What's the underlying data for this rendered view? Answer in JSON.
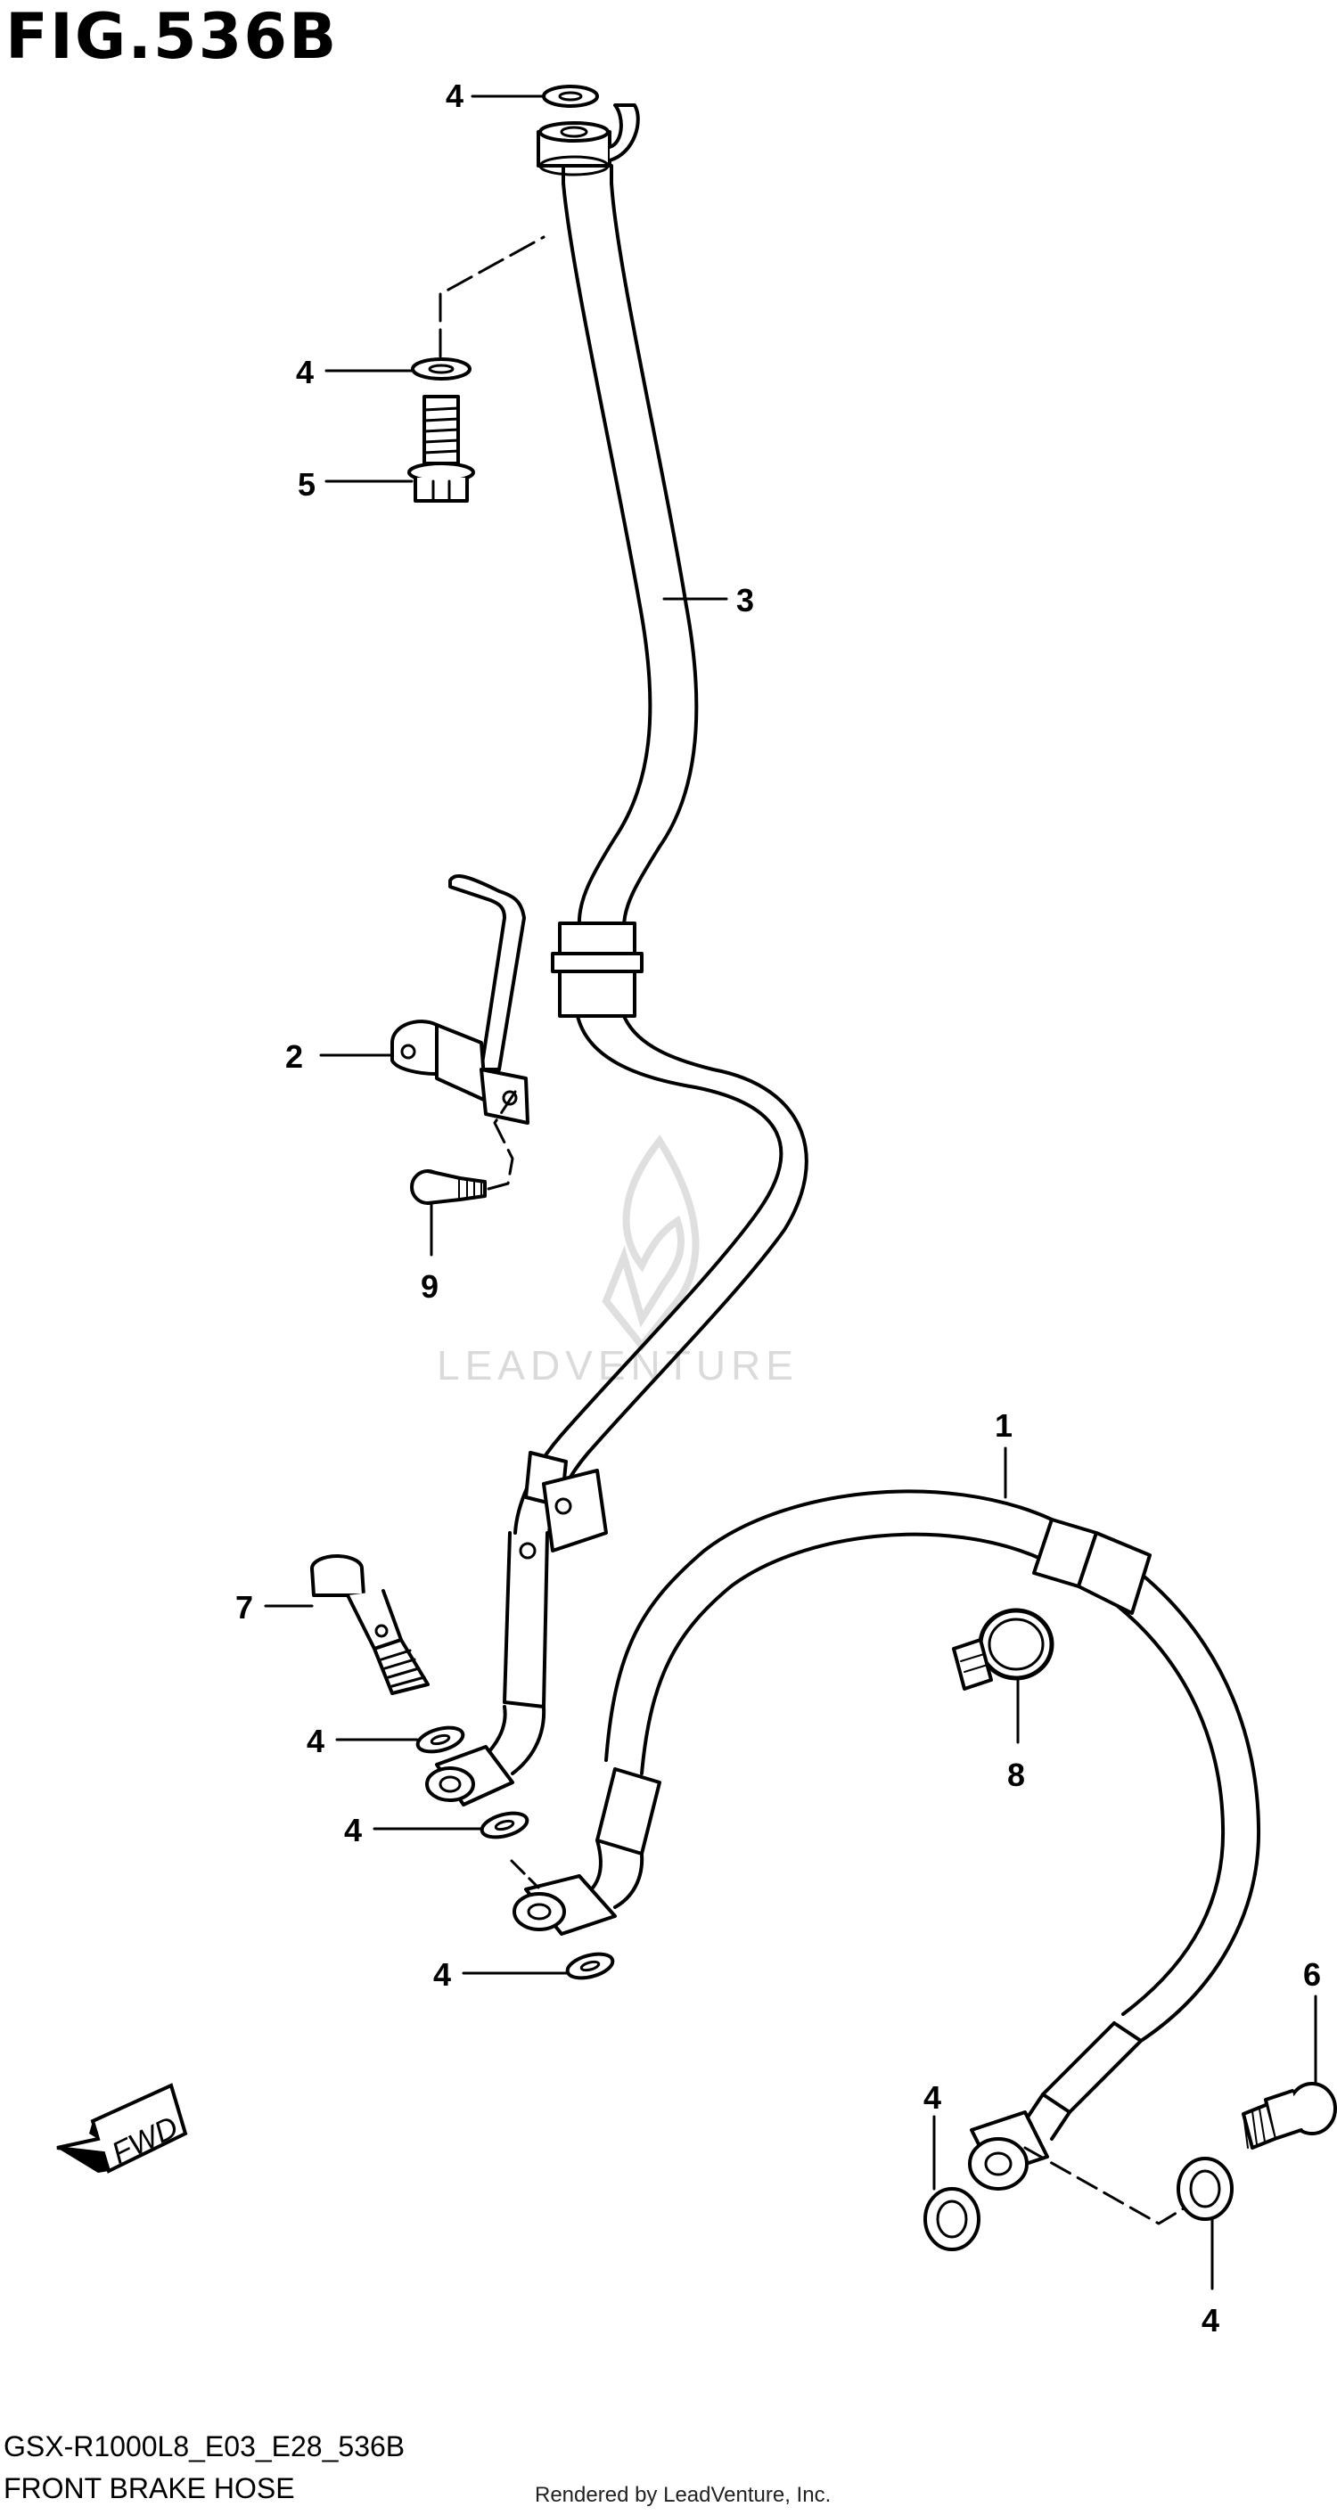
{
  "figure": {
    "title": "FIG.536B"
  },
  "footer": {
    "diagram_code": "GSX-R1000L8_E03_E28_536B",
    "diagram_name": "FRONT BRAKE HOSE",
    "credit": "Rendered by LeadVenture, Inc."
  },
  "watermark": {
    "text": "LEADVENTURE"
  },
  "direction_badge": {
    "text": "FWD"
  },
  "callouts": [
    {
      "id": "c-4-top",
      "label": "4"
    },
    {
      "id": "c-4-upper",
      "label": "4"
    },
    {
      "id": "c-5",
      "label": "5"
    },
    {
      "id": "c-3",
      "label": "3"
    },
    {
      "id": "c-2",
      "label": "2"
    },
    {
      "id": "c-9",
      "label": "9"
    },
    {
      "id": "c-1",
      "label": "1"
    },
    {
      "id": "c-7",
      "label": "7"
    },
    {
      "id": "c-8",
      "label": "8"
    },
    {
      "id": "c-4-a",
      "label": "4"
    },
    {
      "id": "c-4-b",
      "label": "4"
    },
    {
      "id": "c-4-c",
      "label": "4"
    },
    {
      "id": "c-6",
      "label": "6"
    },
    {
      "id": "c-4-d",
      "label": "4"
    },
    {
      "id": "c-4-e",
      "label": "4"
    }
  ],
  "icons": [
    "fire-logo-watermark",
    "fwd-arrow-icon"
  ]
}
